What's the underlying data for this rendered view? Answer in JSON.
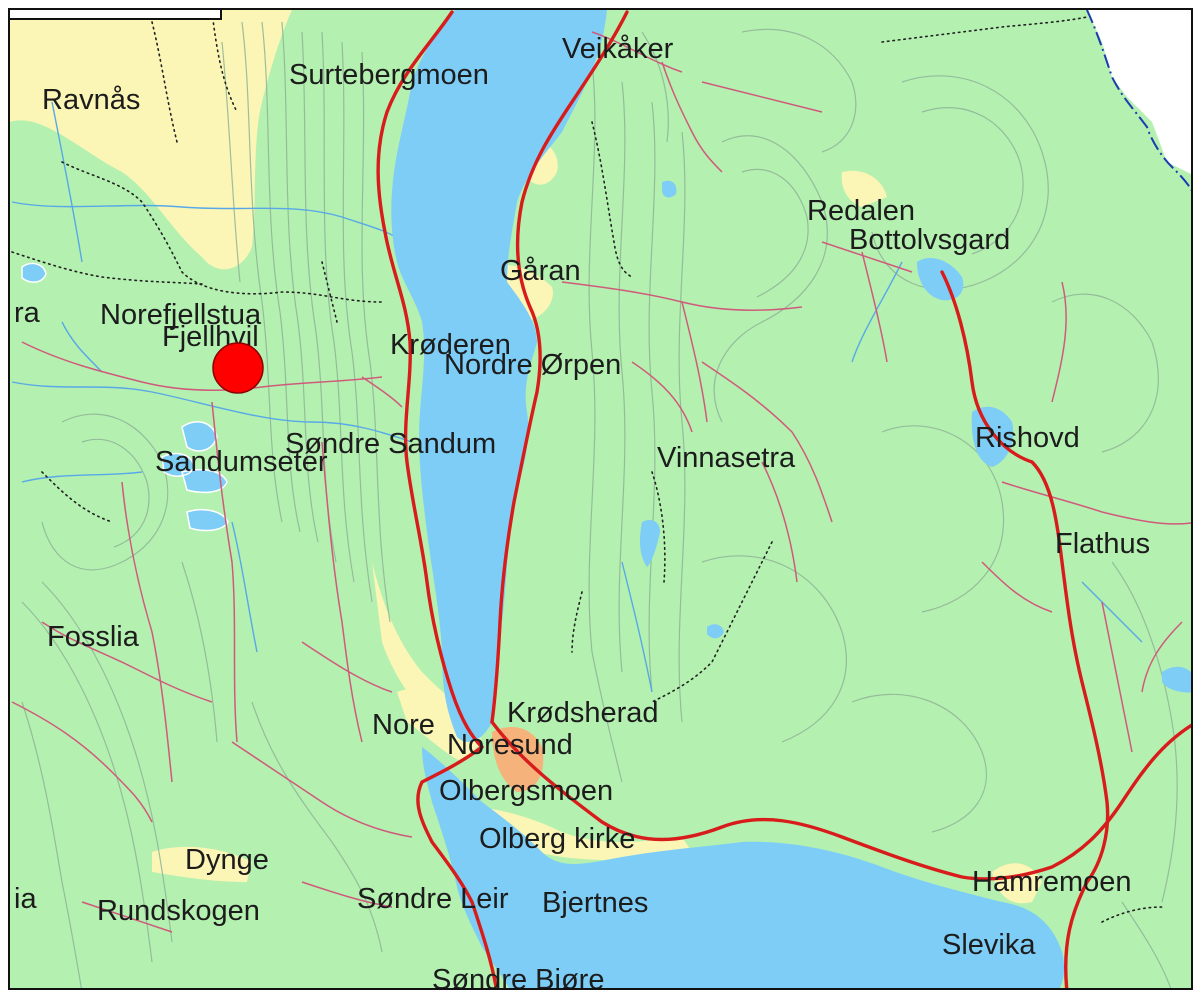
{
  "map": {
    "colors": {
      "forest": "#b4f0b0",
      "open_land": "#fbf5b6",
      "water": "#7dcdf7",
      "main_road": "#d81b1b",
      "minor_road": "#d05a7c",
      "contour": "#8fb497",
      "stream": "#58a8e8",
      "border": "#1a3cb0",
      "urban": "#f5b27a",
      "marker": "#ff0000"
    },
    "marker": {
      "label": "location-marker"
    },
    "labels": [
      {
        "id": "surtebergmoen",
        "text": "Surtebergmoen"
      },
      {
        "id": "veikaker",
        "text": "Veikåker"
      },
      {
        "id": "ravnas",
        "text": "Ravnås"
      },
      {
        "id": "redalen",
        "text": "Redalen"
      },
      {
        "id": "bottolvsgard",
        "text": "Bottolvsgard"
      },
      {
        "id": "garan",
        "text": "Gåran"
      },
      {
        "id": "ra",
        "text": "ra"
      },
      {
        "id": "norefjellstua",
        "text": "Norefjellstua"
      },
      {
        "id": "fjellhvil",
        "text": "Fjellhvil"
      },
      {
        "id": "kroderen",
        "text": "Krøderen"
      },
      {
        "id": "nordre-orpen",
        "text": "Nordre Ørpen"
      },
      {
        "id": "sondre-sandum",
        "text": "Søndre Sandum"
      },
      {
        "id": "sandumseter",
        "text": "Sandumseter"
      },
      {
        "id": "vinnasetra",
        "text": "Vinnasetra"
      },
      {
        "id": "rishovd",
        "text": "Rishovd"
      },
      {
        "id": "flathus",
        "text": "Flathus"
      },
      {
        "id": "fosslia",
        "text": "Fosslia"
      },
      {
        "id": "krodsherad",
        "text": "Krødsherad"
      },
      {
        "id": "nore",
        "text": "Nore"
      },
      {
        "id": "noresund",
        "text": "Noresund"
      },
      {
        "id": "olbergsmoen",
        "text": "Olbergsmoen"
      },
      {
        "id": "olberg-kirke",
        "text": "Olberg kirke"
      },
      {
        "id": "dynge",
        "text": "Dynge"
      },
      {
        "id": "hamremoen",
        "text": "Hamremoen"
      },
      {
        "id": "ia",
        "text": "ia"
      },
      {
        "id": "rundskogen",
        "text": "Rundskogen"
      },
      {
        "id": "sondre-leir",
        "text": "Søndre Leir"
      },
      {
        "id": "bjertnes",
        "text": "Bjertnes"
      },
      {
        "id": "slevika",
        "text": "Slevika"
      },
      {
        "id": "sondre-bjore",
        "text": "Søndre Bjøre"
      }
    ]
  }
}
